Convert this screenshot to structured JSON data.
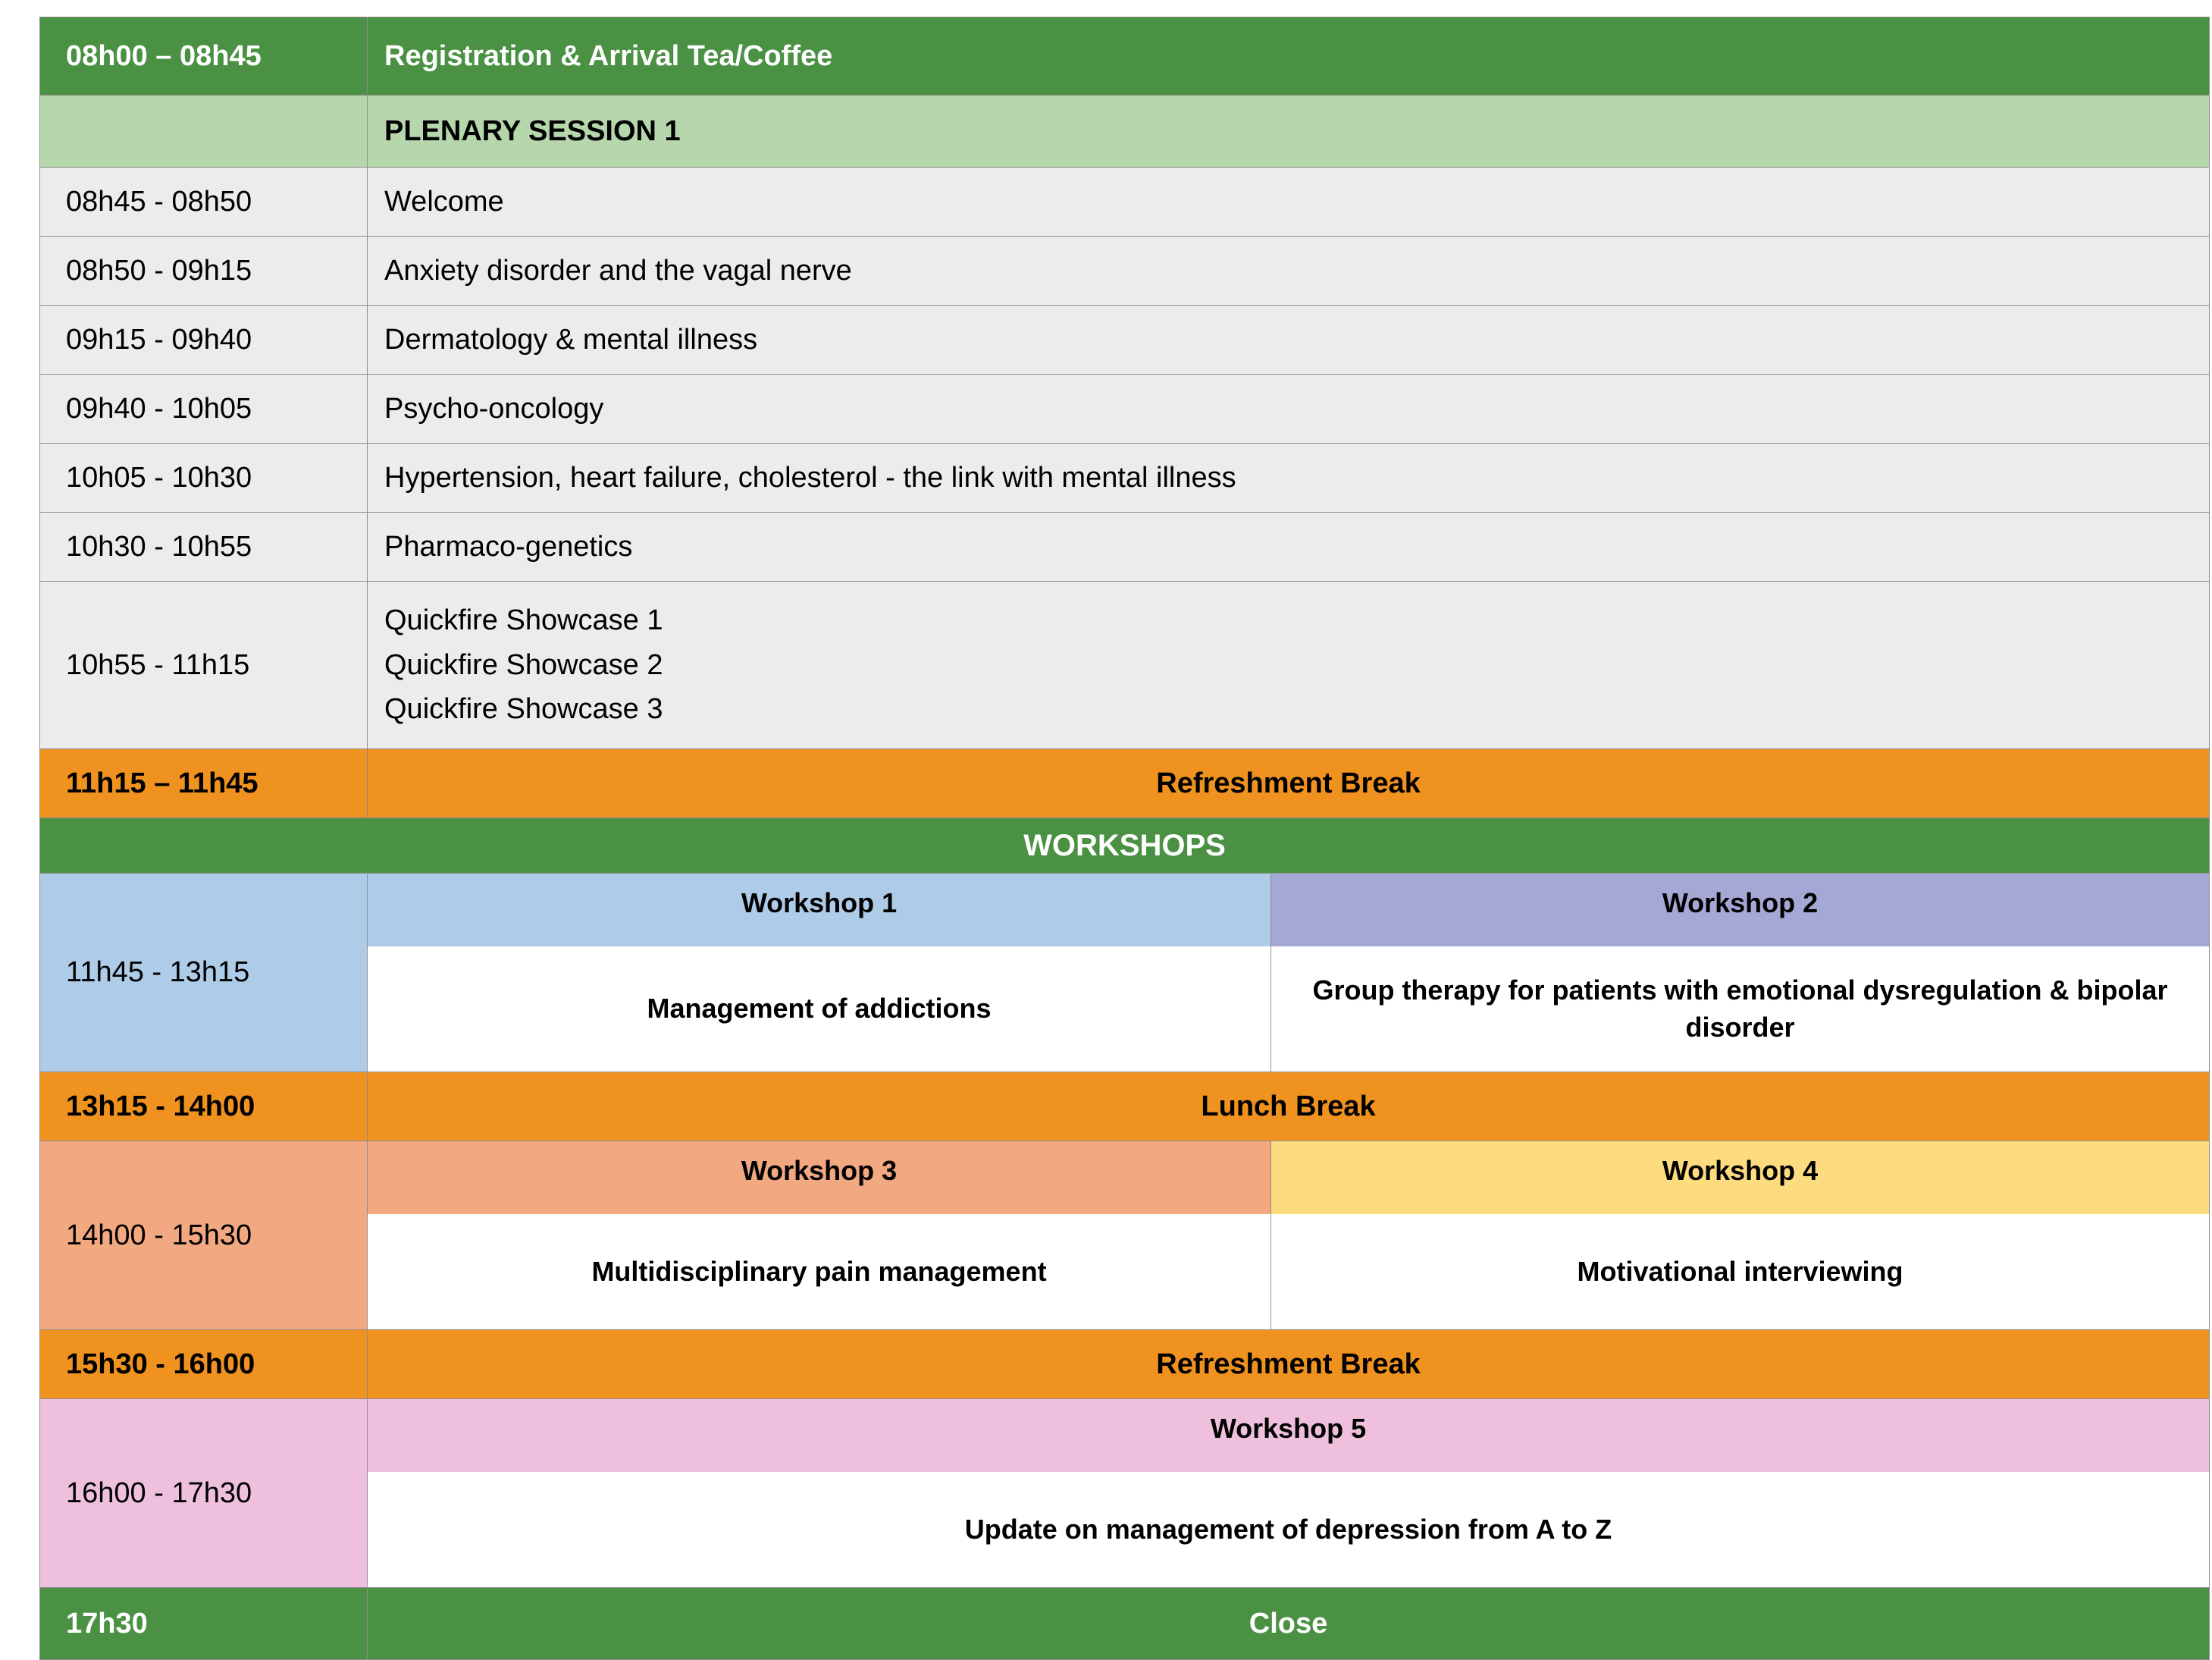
{
  "colors": {
    "green": "#4b9144",
    "light_green": "#b6d7ac",
    "orange": "#f0921f",
    "grey_row": "#ececec",
    "blue": "#aecbe8",
    "purple": "#a4a8d4",
    "salmon": "#f2a880",
    "yellow": "#fcdc7e",
    "pink": "#eec0dd",
    "white": "#ffffff",
    "border": "#8d8d8d"
  },
  "registration": {
    "time": "08h00 – 08h45",
    "label": "Registration & Arrival Tea/Coffee"
  },
  "plenary": {
    "title": "PLENARY SESSION 1",
    "sessions": [
      {
        "time": "08h45 - 08h50",
        "topic": "Welcome"
      },
      {
        "time": "08h50 - 09h15",
        "topic": "Anxiety disorder and the vagal nerve"
      },
      {
        "time": "09h15 - 09h40",
        "topic": "Dermatology & mental illness"
      },
      {
        "time": "09h40 - 10h05",
        "topic": "Psycho-oncology"
      },
      {
        "time": "10h05 - 10h30",
        "topic": "Hypertension, heart failure, cholesterol - the link with mental illness"
      },
      {
        "time": "10h30 - 10h55",
        "topic": "Pharmaco-genetics"
      }
    ],
    "quickfire": {
      "time": "10h55 - 11h15",
      "items": [
        "Quickfire Showcase 1",
        "Quickfire Showcase 2",
        "Quickfire Showcase 3"
      ]
    }
  },
  "breaks": {
    "morning": {
      "time": "11h15 – 11h45",
      "label": "Refreshment Break"
    },
    "lunch": {
      "time": "13h15 - 14h00",
      "label": "Lunch Break"
    },
    "afternoon": {
      "time": "15h30 - 16h00",
      "label": "Refreshment Break"
    }
  },
  "workshops_banner": "WORKSHOPS",
  "workshop_slots": [
    {
      "time": "11h45 - 13h15",
      "left": {
        "heading": "Workshop 1",
        "description": "Management of addictions"
      },
      "right": {
        "heading": "Workshop 2",
        "description": "Group therapy for patients with emotional dysregulation & bipolar disorder"
      }
    },
    {
      "time": "14h00 - 15h30",
      "left": {
        "heading": "Workshop 3",
        "description": "Multidisciplinary pain management"
      },
      "right": {
        "heading": "Workshop 4",
        "description": "Motivational interviewing"
      }
    },
    {
      "time": "16h00 - 17h30",
      "full": {
        "heading": "Workshop 5",
        "description": "Update on management of depression from A to Z"
      }
    }
  ],
  "close": {
    "time": "17h30",
    "label": "Close"
  }
}
